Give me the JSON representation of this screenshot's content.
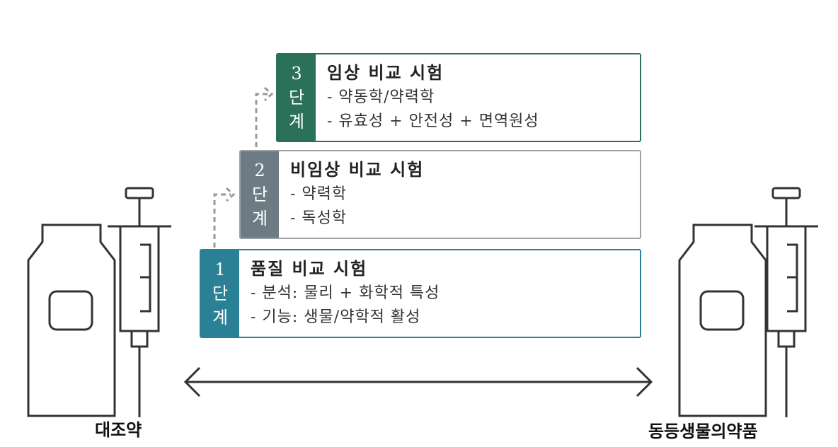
{
  "stages": [
    {
      "num": "3",
      "dan": "단",
      "gye": "계",
      "title": "임상 비교 시험",
      "items": [
        "- 약동학/약력학",
        "- 유효성 + 안전성 + 면역원성"
      ],
      "color": "#2b7159"
    },
    {
      "num": "2",
      "dan": "단",
      "gye": "계",
      "title": "비임상 비교 시험",
      "items": [
        "- 약력학",
        "- 독성학"
      ],
      "color": "#6d7b84"
    },
    {
      "num": "1",
      "dan": "단",
      "gye": "계",
      "title": "품질 비교 시험",
      "items": [
        "- 분석: 물리 + 화학적 특성",
        "- 기능: 생물/약학적 활성"
      ],
      "color": "#2a8195"
    }
  ],
  "left_label": "대조약",
  "right_label": "동등생물의약품",
  "icons": [
    "vial-icon",
    "syringe-icon",
    "double-arrow-icon",
    "step-up-arrow-icon"
  ]
}
